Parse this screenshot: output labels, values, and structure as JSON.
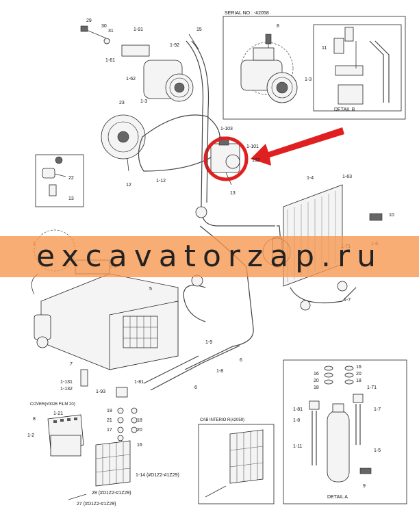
{
  "labels": {
    "serial": "SERIAL NO : -#2058",
    "detail_b": "DETAIL B",
    "detail_a": "DETAIL A",
    "cab_interior": "CAB INTERIO R(#2059)",
    "cover": "COVER(#0026 FILM 20)",
    "p29": "29",
    "p30": "30",
    "p31": "31",
    "p1_91": "1-91",
    "p15": "15",
    "p1_92": "1-92",
    "p1_61": "1-61",
    "p1_62": "1-62",
    "p1_3": "1-3",
    "p23": "23",
    "p12": "12",
    "p1_12": "1-12",
    "p1_103": "1-103",
    "p1_101": "1-101",
    "p102": "102",
    "p13": "13",
    "p22": "22",
    "p13b": "13",
    "p1_63": "1-63",
    "p1_4": "1-4",
    "p10": "10",
    "p1_71": "1-71",
    "p1_6": "1-6",
    "p1_7": "1-7",
    "p1": "1",
    "p1_1": "1-1",
    "p5": "5",
    "p7": "7",
    "p1_131": "1-131",
    "p1_132": "1-132",
    "p1_81": "1-81",
    "p1_93": "1-93",
    "p1_9": "1-9",
    "p6": "6",
    "p1_8": "1-8",
    "p6b": "6",
    "p8": "8",
    "p1_21": "1-21",
    "p1_2": "1-2",
    "p19": "19",
    "p21": "21",
    "p17": "17",
    "p18": "18",
    "p20": "20",
    "p16": "16",
    "p1_14": "1-14  (#D1Z2-#1Z29)",
    "p28": "28 (#D1Z2-#1Z29)",
    "p27": "27 (#D1Z2-#1Z29)",
    "da16": "16",
    "da20": "20",
    "da18": "18",
    "da16b": "16",
    "da20b": "20",
    "da18b": "18",
    "da1_81": "1-81",
    "da1_71": "1-71",
    "da1_8": "1-8",
    "da1_7": "1-7",
    "da1_11": "1-11",
    "da1_5": "1-5",
    "da9": "9",
    "b8": "8",
    "b11": "11",
    "b1_3": "1-3"
  },
  "watermark": "excavatorzap.ru",
  "colors": {
    "highlight": "#e02020",
    "banner": "#f6964e"
  }
}
